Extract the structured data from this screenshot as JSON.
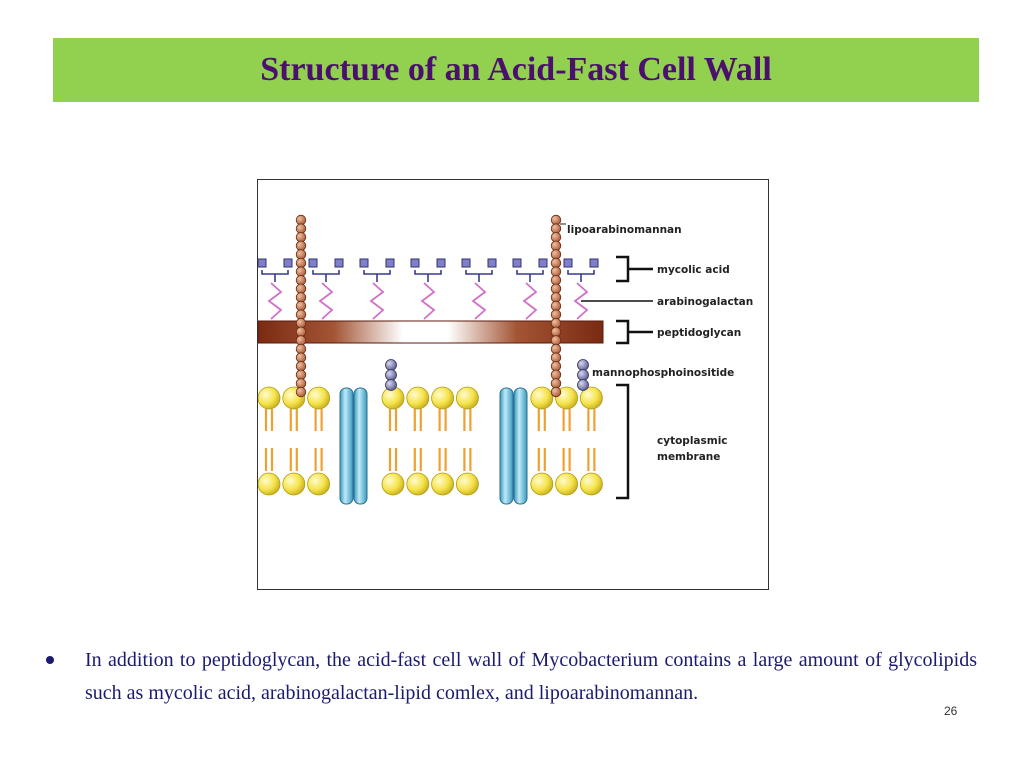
{
  "slide": {
    "title": "Structure of an Acid-Fast Cell Wall",
    "diagram_labels": {
      "lipoarabinomannan": "lipoarabinomannan",
      "mycolic_acid": "mycolic acid",
      "arabinogalactan": "arabinogalactan",
      "peptidoglycan": "peptidoglycan",
      "mannophosphoinositide": "mannophosphoinositide",
      "cytoplasmic_line1": "cytoplasmic",
      "cytoplasmic_line2": "membrane"
    },
    "bullet_text": "In addition to peptidoglycan, the acid-fast cell wall of Mycobacterium contains a large amount of glycolipids such as mycolic acid, arabinogalactan-lipid comlex, and lipoarabinomannan.",
    "slide_number": "26"
  },
  "colors": {
    "title_bar": "#92d050",
    "title_text": "#4b0f6e",
    "body_text": "#1a1a6e",
    "peptidoglycan_dark": "#7a2a12",
    "lipoarabinomannan_bead": "#c77b5a",
    "mycolic_acid": "#8080c8",
    "arabinogalactan": "#d070c8",
    "lipid_head": "#f5e34a",
    "lipid_tail": "#f0a030",
    "protein": "#6cc0dc",
    "mannophosphoinositide": "#7a7aa8"
  }
}
